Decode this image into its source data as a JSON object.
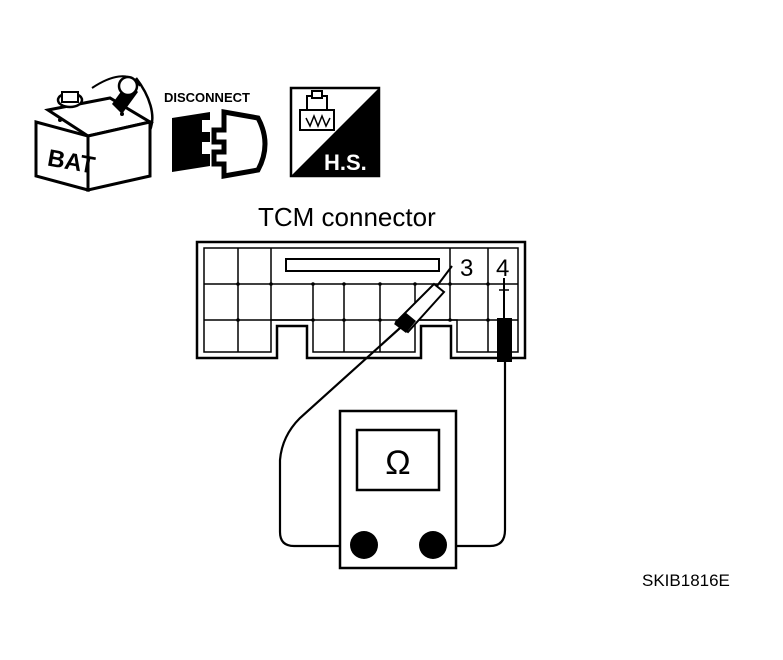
{
  "icons": {
    "battery": {
      "label": "BAT",
      "icon": "battery-cable-disconnect-icon"
    },
    "disconnect": {
      "label": "DISCONNECT",
      "icon": "connector-disconnect-icon"
    },
    "harness_side": {
      "label": "H.S.",
      "icon": "harness-side-connector-icon"
    }
  },
  "connector": {
    "title": "TCM connector",
    "terminal_a": "3",
    "terminal_b": "4"
  },
  "meter": {
    "symbol": "Ω",
    "icon": "ohmmeter-icon"
  },
  "figure_code": "SKIB1816E"
}
